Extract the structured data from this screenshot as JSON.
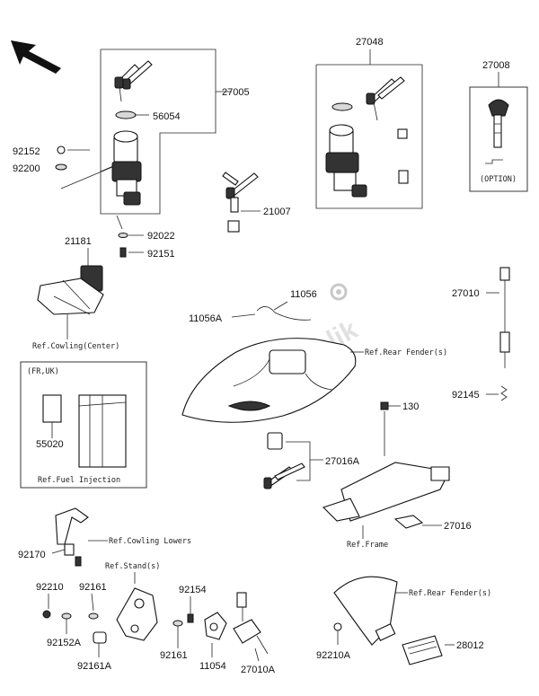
{
  "parts": {
    "p27048": "27048",
    "p27008": "27008",
    "p27005": "27005",
    "p56054": "56054",
    "p92152": "92152",
    "p92200": "92200",
    "p92022": "92022",
    "p92151": "92151",
    "p21007": "21007",
    "p21181": "21181",
    "p11056": "11056",
    "p11056A": "11056A",
    "p27010": "27010",
    "p92145": "92145",
    "p130": "130",
    "p55020": "55020",
    "p27016A": "27016A",
    "p27016": "27016",
    "p92170": "92170",
    "p92210": "92210",
    "p92161": "92161",
    "p92154": "92154",
    "p92152A": "92152A",
    "p92161A": "92161A",
    "p92161b": "92161",
    "p11054": "11054",
    "p27010A": "27010A",
    "p92210A": "92210A",
    "p28012": "28012"
  },
  "refs": {
    "cowling_center": "Ref.Cowling(Center)",
    "rear_fender": "Ref.Rear Fender(s)",
    "fuel_injection": "Ref.Fuel Injection",
    "frame": "Ref.Frame",
    "cowling_lowers": "Ref.Cowling Lowers",
    "stand": "Ref.Stand(s)",
    "rear_fender2": "Ref.Rear Fender(s)"
  },
  "notes": {
    "option": "(OPTION)",
    "fr_uk": "(FR,UK)"
  },
  "icons": {
    "direction": "front-arrow-icon",
    "gear": "gear-icon"
  }
}
